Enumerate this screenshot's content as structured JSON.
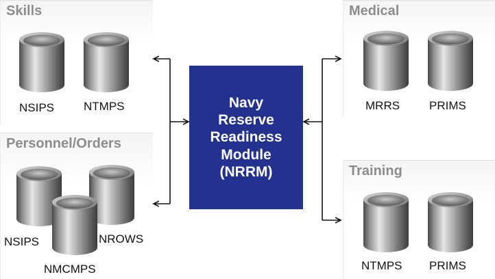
{
  "center": {
    "title": "Navy\nReserve\nReadiness\nModule\n(NRRM)"
  },
  "groups": {
    "skills": {
      "title": "Skills",
      "systems": [
        "NSIPS",
        "NTMPS"
      ]
    },
    "personnel": {
      "title": "Personnel/Orders",
      "systems": [
        "NSIPS",
        "NROWS",
        "NMCMPS"
      ]
    },
    "medical": {
      "title": "Medical",
      "systems": [
        "MRRS",
        "PRIMS"
      ]
    },
    "training": {
      "title": "Training",
      "systems": [
        "NTMPS",
        "PRIMS"
      ]
    }
  },
  "colors": {
    "center_box": "#23328f",
    "panel_title": "#8c8c8c",
    "arrow": "#111111"
  }
}
